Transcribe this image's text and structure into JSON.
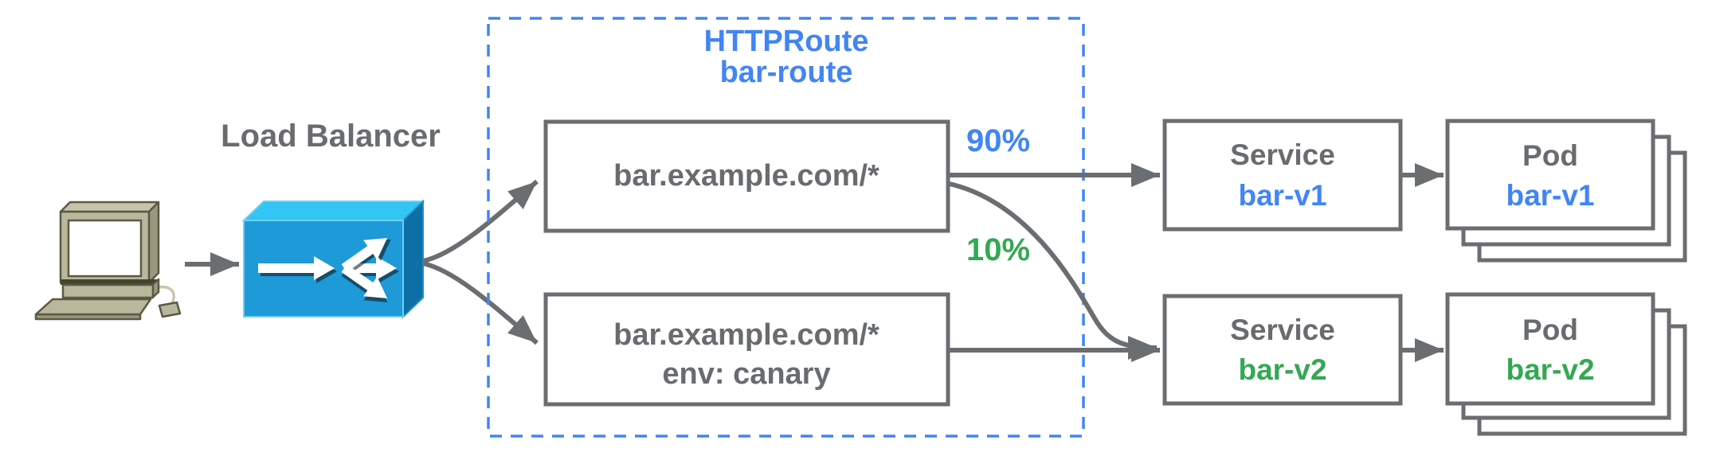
{
  "colors": {
    "text_gray": "#696c6f",
    "border_gray": "#6b6e71",
    "arrow_gray": "#6b6e71",
    "blue": "#4285f4",
    "green": "#34a853",
    "dashed_border_blue": "#4285f4",
    "lb_box_front": "#1e9ad8",
    "lb_box_top": "#33c5f3",
    "lb_box_side": "#0e6fa6",
    "computer_beige": "#b9b79c",
    "computer_beige_dark": "#9a987e",
    "white": "#ffffff"
  },
  "diagram": {
    "client": {
      "icon": "computer"
    },
    "load_balancer": {
      "label": "Load Balancer",
      "icon": "load-balancer-3d-box"
    },
    "httproute": {
      "kind": "HTTPRoute",
      "name": "bar-route"
    },
    "routes": [
      {
        "match": "bar.example.com/*",
        "weight": "90%"
      },
      {
        "match": "bar.example.com/*",
        "header_match": "env: canary",
        "weight": "10%"
      }
    ],
    "services": [
      {
        "kind": "Service",
        "name": "bar-v1"
      },
      {
        "kind": "Service",
        "name": "bar-v2"
      }
    ],
    "pods": [
      {
        "kind": "Pod",
        "name": "bar-v1"
      },
      {
        "kind": "Pod",
        "name": "bar-v2"
      }
    ]
  }
}
